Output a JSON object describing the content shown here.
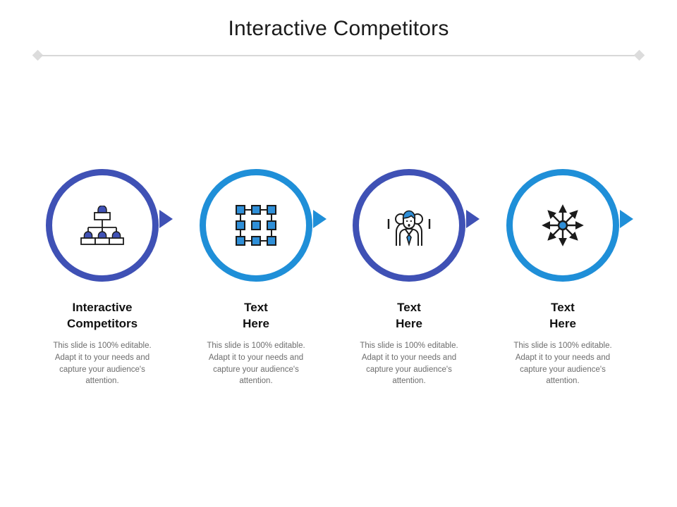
{
  "slide": {
    "title": "Interactive Competitors",
    "background_color": "#ffffff",
    "divider": {
      "line_color": "#d8d8d8",
      "cap_color": "#dcdcdc",
      "cap_shape": "diamond"
    }
  },
  "palette": {
    "indigo": "#3f51b5",
    "azure": "#1f8fd8",
    "heading_text": "#111111",
    "body_text": "#6d6d6d",
    "title_text": "#1b1b1b"
  },
  "columns": [
    {
      "index": 1,
      "icon": "org-chart-hierarchy-icon",
      "ring_color": "#3f51b5",
      "ring_tone": "indigo",
      "heading_lines": [
        "Interactive",
        "Competitors"
      ],
      "heading": "Interactive Competitors",
      "body": "This slide is 100% editable. Adapt it to your needs and capture your audience's attention."
    },
    {
      "index": 2,
      "icon": "selection-handles-grid-icon",
      "ring_color": "#1f8fd8",
      "ring_tone": "azure",
      "heading_lines": [
        "Text",
        "Here"
      ],
      "heading": "Text Here",
      "body": "This slide is 100% editable. Adapt it to your needs and capture your audience's attention."
    },
    {
      "index": 3,
      "icon": "businessman-team-icon",
      "ring_color": "#3f51b5",
      "ring_tone": "indigo",
      "heading_lines": [
        "Text",
        "Here"
      ],
      "heading": "Text Here",
      "body": "This slide is 100% editable. Adapt it to your needs and capture your audience's attention."
    },
    {
      "index": 4,
      "icon": "expand-arrows-radial-icon",
      "ring_color": "#1f8fd8",
      "ring_tone": "azure",
      "heading_lines": [
        "Text",
        "Here"
      ],
      "heading": "Text Here",
      "body": "This slide is 100% editable. Adapt it to your needs and capture your audience's attention."
    }
  ],
  "arrows": [
    {
      "index": 1,
      "color": "#3f51b5",
      "tone": "indigo",
      "direction": "right"
    },
    {
      "index": 2,
      "color": "#1f8fd8",
      "tone": "azure",
      "direction": "right"
    },
    {
      "index": 3,
      "color": "#3f51b5",
      "tone": "indigo",
      "direction": "right"
    },
    {
      "index": 4,
      "color": "#1f8fd8",
      "tone": "azure",
      "direction": "right"
    }
  ]
}
